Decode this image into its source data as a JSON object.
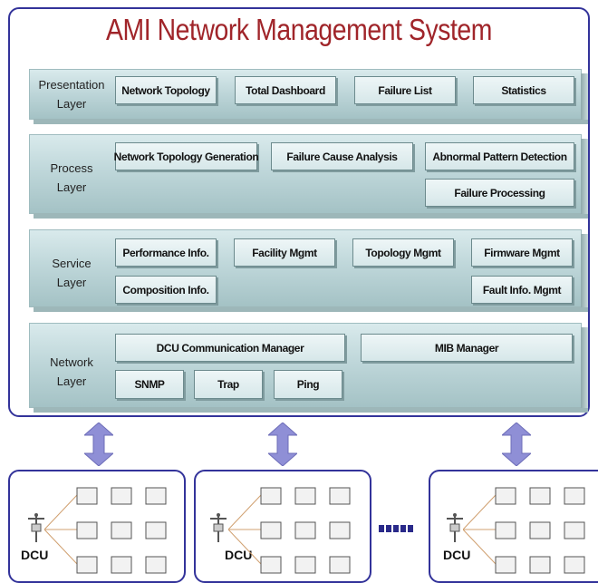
{
  "title": "AMI Network Management System",
  "layers": [
    {
      "label_1": "Presentation",
      "label_2": "Layer",
      "modules": [
        "Network Topology",
        "Total Dashboard",
        "Failure List",
        "Statistics"
      ]
    },
    {
      "label_1": "Process",
      "label_2": "Layer",
      "modules": [
        "Network Topology Generation",
        "Failure Cause Analysis",
        "Abnormal Pattern Detection",
        "Failure Processing"
      ]
    },
    {
      "label_1": "Service",
      "label_2": "Layer",
      "modules": [
        "Performance Info.",
        "Facility Mgmt",
        "Topology Mgmt",
        "Firmware Mgmt",
        "Composition Info.",
        "Fault Info. Mgmt"
      ]
    },
    {
      "label_1": "Network",
      "label_2": "Layer",
      "modules": [
        "DCU Communication Manager",
        "MIB Manager",
        "SNMP",
        "Trap",
        "Ping"
      ]
    }
  ],
  "dcu_groups": [
    {
      "label": "DCU"
    },
    {
      "label": "DCU"
    },
    {
      "label": "DCU"
    }
  ],
  "colors": {
    "title": "#a0252a",
    "frame": "#33339a",
    "arrow": "#8f8fd6"
  }
}
